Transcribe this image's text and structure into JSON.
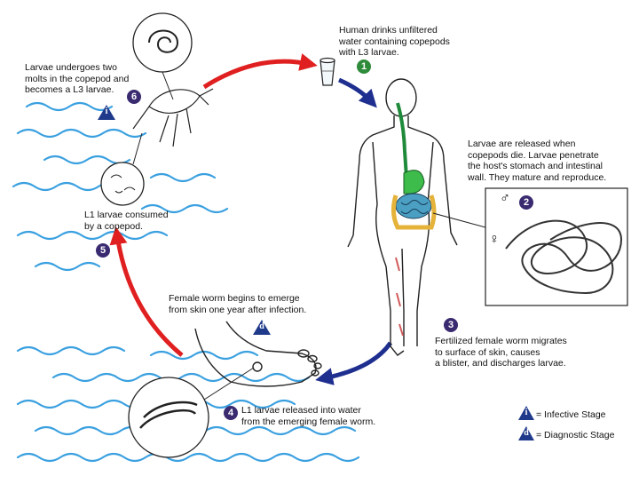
{
  "colors": {
    "step_green": "#2e8b3a",
    "step_purple": "#3a2a70",
    "marker_blue": "#1f3a8a",
    "arrow_red": "#e02020",
    "arrow_blue": "#1e2f8f",
    "water": "#3aa0e0"
  },
  "steps": [
    {
      "number": "1",
      "text": "Human drinks unfiltered\nwater containing copepods\nwith L3 larvae."
    },
    {
      "number": "2",
      "text": "Larvae are released when\ncopepods die.  Larvae penetrate\nthe host's stomach and intestinal\nwall.  They mature and reproduce."
    },
    {
      "number": "3",
      "text": "Fertilized female worm migrates\nto surface of skin, causes\na blister, and discharges larvae."
    },
    {
      "number": "4",
      "text": "L1 larvae released into water\nfrom the emerging female worm."
    },
    {
      "number": "5",
      "text": "L1 larvae consumed\nby a copepod."
    },
    {
      "number": "6",
      "text": "Larvae undergoes two\nmolts in the copepod and\nbecomes a L3 larvae."
    }
  ],
  "emerge_note": "Female worm begins to emerge\nfrom skin one year after infection.",
  "markers": {
    "infective": "i",
    "diagnostic": "d"
  },
  "legend": {
    "infective": "= Infective Stage",
    "diagnostic": "= Diagnostic Stage"
  },
  "sex_symbols": {
    "male": "♂",
    "female": "♀"
  }
}
